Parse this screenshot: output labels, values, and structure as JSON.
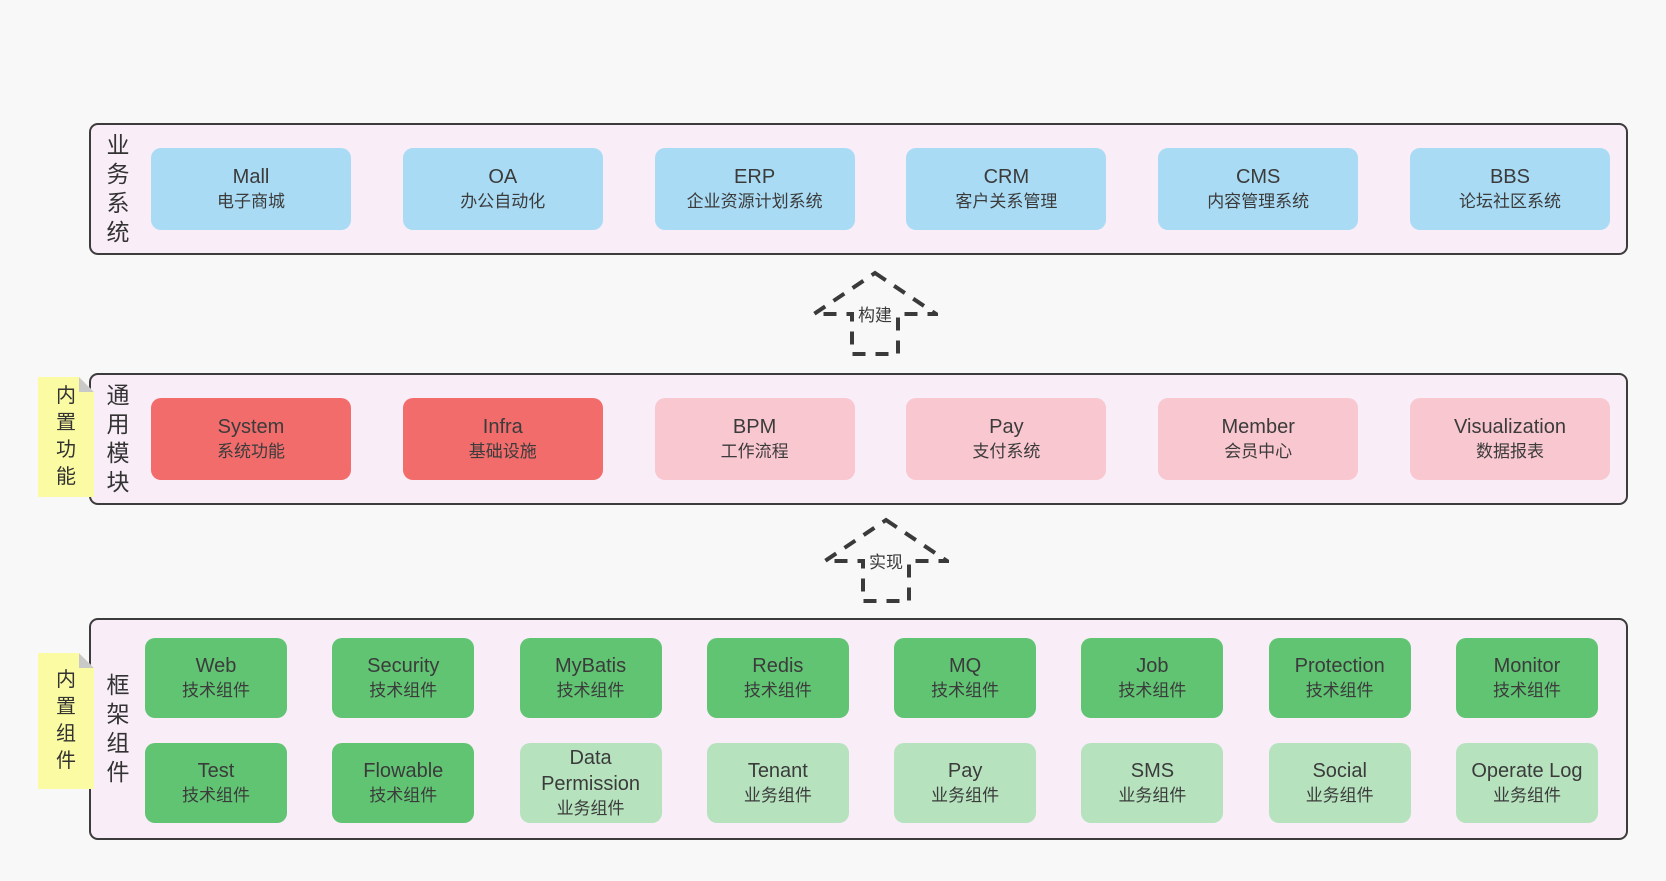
{
  "colors": {
    "background": "#f8f8f8",
    "container_fill": "#f9eef8",
    "container_border": "#3c3c3c",
    "blue_box": "#a9dbf4",
    "red_box": "#f26c6c",
    "pink_box": "#f9c7cf",
    "green_box": "#60c473",
    "light_green_box": "#b6e3be",
    "sticky_yellow": "#fbfba3",
    "sticky_fold": "#c9c9c9",
    "text": "#3b3b3b"
  },
  "arrows": [
    {
      "label": "构建"
    },
    {
      "label": "实现"
    }
  ],
  "layers": [
    {
      "label": "业务系统",
      "rows": [
        [
          {
            "name": "Mall",
            "desc": "电子商城",
            "variant": "blue"
          },
          {
            "name": "OA",
            "desc": "办公自动化",
            "variant": "blue"
          },
          {
            "name": "ERP",
            "desc": "企业资源计划系统",
            "variant": "blue"
          },
          {
            "name": "CRM",
            "desc": "客户关系管理",
            "variant": "blue"
          },
          {
            "name": "CMS",
            "desc": "内容管理系统",
            "variant": "blue"
          },
          {
            "name": "BBS",
            "desc": "论坛社区系统",
            "variant": "blue"
          }
        ]
      ]
    },
    {
      "label": "通用模块",
      "sticky": "内置功能",
      "rows": [
        [
          {
            "name": "System",
            "desc": "系统功能",
            "variant": "red"
          },
          {
            "name": "Infra",
            "desc": "基础设施",
            "variant": "red"
          },
          {
            "name": "BPM",
            "desc": "工作流程",
            "variant": "pink"
          },
          {
            "name": "Pay",
            "desc": "支付系统",
            "variant": "pink"
          },
          {
            "name": "Member",
            "desc": "会员中心",
            "variant": "pink"
          },
          {
            "name": "Visualization",
            "desc": "数据报表",
            "variant": "pink"
          }
        ]
      ]
    },
    {
      "label": "框架组件",
      "sticky": "内置组件",
      "rows": [
        [
          {
            "name": "Web",
            "desc": "技术组件",
            "variant": "green"
          },
          {
            "name": "Security",
            "desc": "技术组件",
            "variant": "green"
          },
          {
            "name": "MyBatis",
            "desc": "技术组件",
            "variant": "green"
          },
          {
            "name": "Redis",
            "desc": "技术组件",
            "variant": "green"
          },
          {
            "name": "MQ",
            "desc": "技术组件",
            "variant": "green"
          },
          {
            "name": "Job",
            "desc": "技术组件",
            "variant": "green"
          },
          {
            "name": "Protection",
            "desc": "技术组件",
            "variant": "green"
          },
          {
            "name": "Monitor",
            "desc": "技术组件",
            "variant": "green"
          }
        ],
        [
          {
            "name": "Test",
            "desc": "技术组件",
            "variant": "green"
          },
          {
            "name": "Flowable",
            "desc": "技术组件",
            "variant": "green"
          },
          {
            "name": "Data Permission",
            "desc": "业务组件",
            "variant": "lightgreen"
          },
          {
            "name": "Tenant",
            "desc": "业务组件",
            "variant": "lightgreen"
          },
          {
            "name": "Pay",
            "desc": "业务组件",
            "variant": "lightgreen"
          },
          {
            "name": "SMS",
            "desc": "业务组件",
            "variant": "lightgreen"
          },
          {
            "name": "Social",
            "desc": "业务组件",
            "variant": "lightgreen"
          },
          {
            "name": "Operate Log",
            "desc": "业务组件",
            "variant": "lightgreen"
          }
        ]
      ]
    }
  ]
}
